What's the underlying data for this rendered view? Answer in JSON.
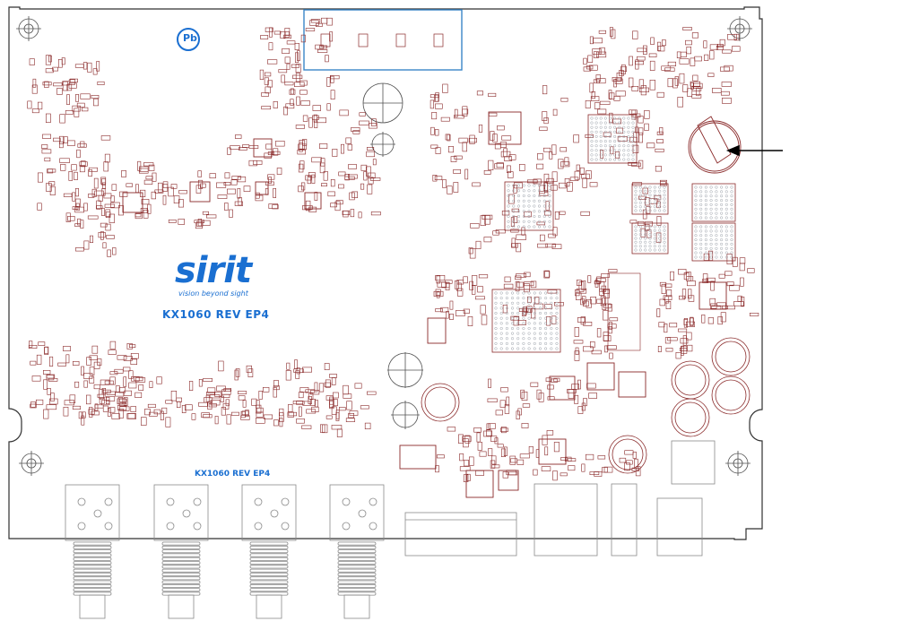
{
  "board": {
    "brand": "sirit",
    "tagline": "vision beyond sight",
    "model_main": "KX1060  REV  EP4",
    "model_small": "KX1060 REV EP4",
    "lead_free_mark": "Pb"
  },
  "colors": {
    "outline": "#303030",
    "components": "#8a2a2a",
    "silkscreen": "#1a6fd1",
    "grid": "#b8c0c8",
    "arrow": "#000000"
  },
  "annotation": {
    "arrow_target": "coin-cell-battery"
  }
}
